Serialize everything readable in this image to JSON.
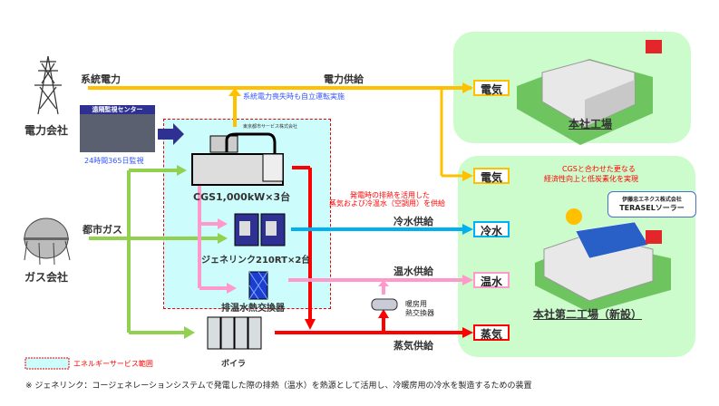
{
  "sources": {
    "power_company": "電力会社",
    "gas_company": "ガス会社",
    "grid_power": "系統電力",
    "city_gas": "都市ガス"
  },
  "monitoring": {
    "title": "遠隔監視センター",
    "caption": "24時間365日監視"
  },
  "service_company": "東京都市サービス株式会社",
  "equipment": {
    "cgs": "CGS1,000kW×3台",
    "genelink": "ジェネリンク210RT×2台",
    "heat_exchanger": "排温水熱交換器",
    "boiler": "ボイラ",
    "heating_exchanger": [
      "暖房用",
      "熱交換器"
    ]
  },
  "flows": {
    "power_supply": "電力供給",
    "blackout_note": "系統電力喪失時も自立運転実施",
    "exhaust_note": [
      "発電時の排熱を活用した",
      "蒸気および冷温水（空調用）を供給"
    ],
    "chilled_water_supply": "冷水供給",
    "hot_water_supply": "温水供給",
    "steam_supply": "蒸気供給"
  },
  "destinations": {
    "electricity": "電気",
    "chilled_water": "冷水",
    "hot_water": "温水",
    "steam": "蒸気"
  },
  "plants": {
    "main": "本社工場",
    "second": "本社第二工場（新設）",
    "second_note": [
      "CGSと合わせた更なる",
      "経済性向上と低炭素化を実現"
    ],
    "solar_company": "伊藤忠エネクス株式会社",
    "solar_product": "TERASELソーラー"
  },
  "legend": {
    "service_scope": "エネルギーサービス範囲"
  },
  "footnote": "※  ジェネリンク：コージェネレーションシステムで発電した際の排熱（温水）を熱源として活用し、冷暖房用の冷水を製造するための装置",
  "colors": {
    "power": "#ffc000",
    "gas": "#92d050",
    "steam": "#ff0000",
    "chilled": "#00b0f0",
    "hot": "#ff99cc",
    "monitor": "#2e3192"
  }
}
